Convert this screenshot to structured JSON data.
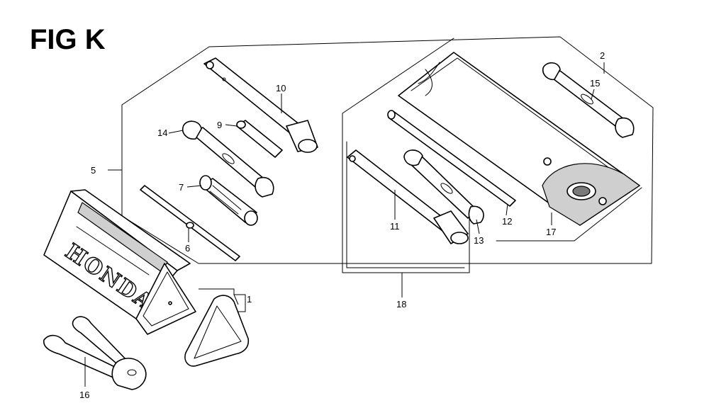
{
  "figure": {
    "title": "FIG K"
  },
  "brand_marking": "HONDA",
  "callouts": {
    "c1": "1",
    "c2": "2",
    "c5": "5",
    "c6": "6",
    "c7": "7",
    "c9": "9",
    "c10": "10",
    "c11": "11",
    "c12": "12",
    "c13": "13",
    "c14": "14",
    "c15": "15",
    "c16": "16",
    "c17": "17",
    "c18": "18"
  }
}
